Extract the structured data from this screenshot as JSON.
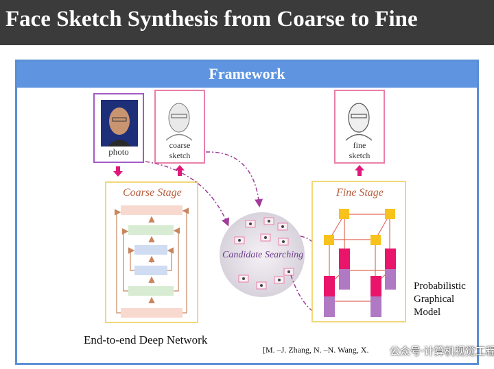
{
  "slide": {
    "title": "Face Sketch Synthesis from Coarse to Fine",
    "section_header": "Framework"
  },
  "inputs": {
    "photo_label": "photo",
    "coarse_label_line1": "coarse",
    "coarse_label_line2": "sketch",
    "fine_label_line1": "fine",
    "fine_label_line2": "sketch"
  },
  "stages": {
    "coarse": "Coarse Stage",
    "fine": "Fine Stage",
    "candidate": "Candidate Searching"
  },
  "captions": {
    "deep_network": "End-to-end Deep Network",
    "pgm_line1": "Probabilistic",
    "pgm_line2": "Graphical",
    "pgm_line3": "Model",
    "citation": "[M. –J. Zhang, N. –N. Wang, X."
  },
  "watermark": "公众号·计算机视觉工程",
  "colors": {
    "title_bg": "#3b3b3b",
    "header_bg": "#5f95e0",
    "frame_border": "#5b8fd6",
    "photo_border": "#a25bc4",
    "sketch_border": "#e87fa8",
    "stage_border": "#f2d77a",
    "arrow_magenta": "#e0177a",
    "dash_purple": "#a23a9a"
  }
}
